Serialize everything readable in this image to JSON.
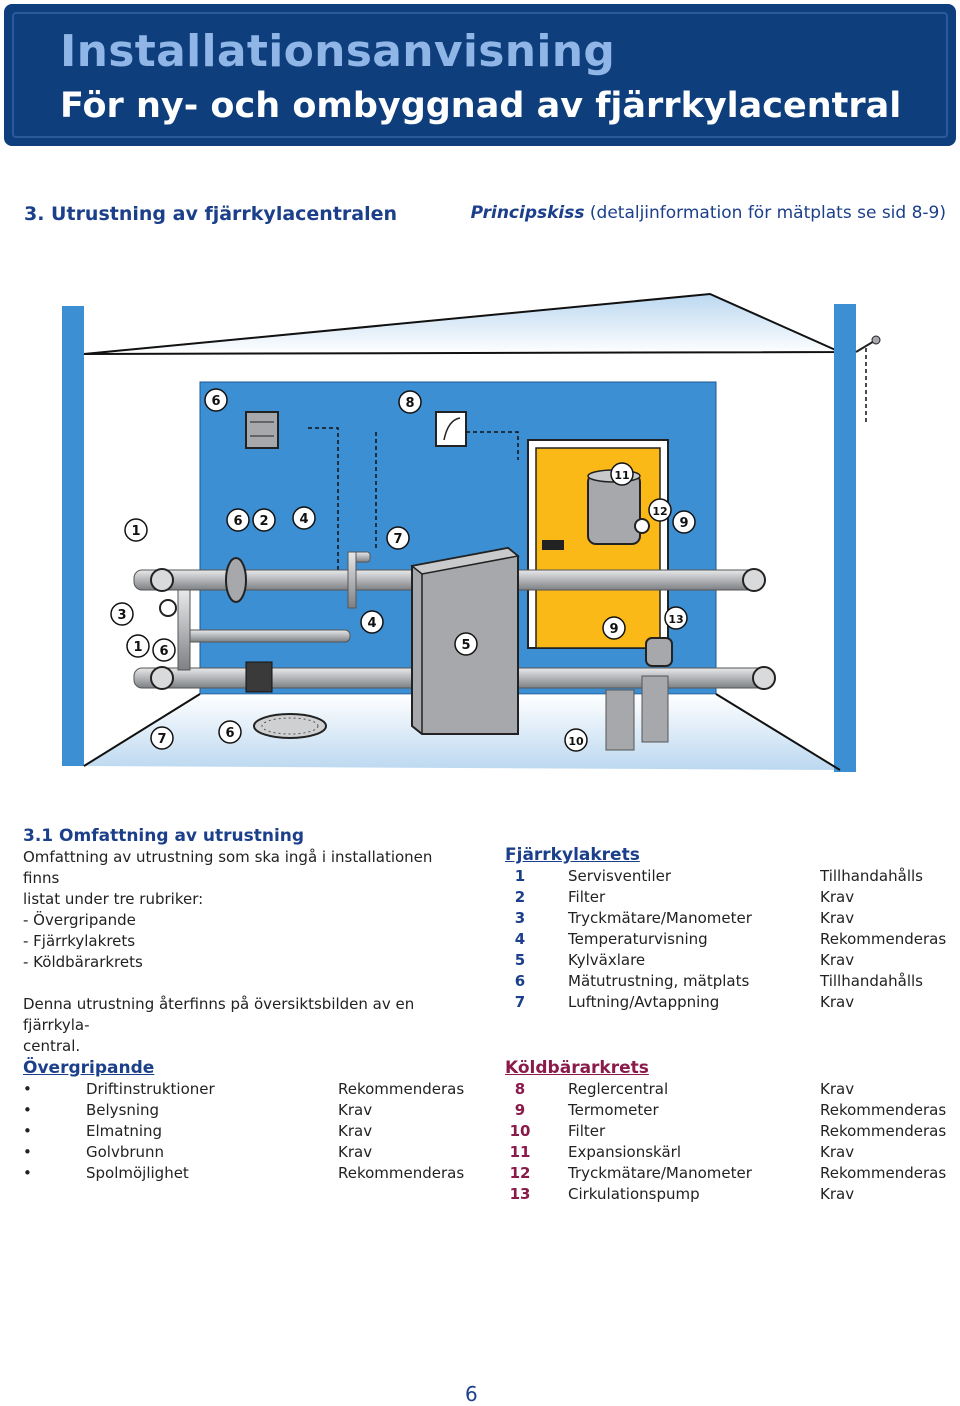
{
  "header": {
    "title": "Installationsanvisning",
    "subtitle": "För ny- och ombyggnad av fjärrkylacentral"
  },
  "section": {
    "heading": "3.  Utrustning av fjärrkylacentralen",
    "sketch_label": "Principskiss",
    "sketch_note": "(detaljinformation för mätplats se sid 8-9)"
  },
  "diagram_markers": [
    "6",
    "8",
    "11",
    "1",
    "6",
    "2",
    "4",
    "7",
    "12",
    "9",
    "3",
    "4",
    "9",
    "13",
    "1",
    "6",
    "5",
    "7",
    "6",
    "10"
  ],
  "colors": {
    "banner": "#0f3e7d",
    "wall_blue": "#3d8fd4",
    "door_yellow": "#fbb917",
    "machine_gray": "#a6a8ab",
    "heading_blue": "#1b3f8a",
    "kb_red": "#8a1a4a"
  },
  "intro": {
    "heading": "3.1 Omfattning av utrustning",
    "lines": [
      "Omfattning av utrustning som ska ingå i installationen finns",
      "listat under tre rubriker:",
      "- Övergripande",
      "- Fjärrkylakrets",
      "- Köldbärarkrets"
    ],
    "closing": [
      "Denna utrustning återfinns på översiktsbilden av en fjärrkyla-",
      "central."
    ]
  },
  "fjarrkylakrets": {
    "title": "Fjärrkylakrets",
    "rows": [
      {
        "num": "1",
        "name": "Servisventiler",
        "req": "Tillhandahålls"
      },
      {
        "num": "2",
        "name": "Filter",
        "req": "Krav"
      },
      {
        "num": "3",
        "name": "Tryckmätare/Manometer",
        "req": "Krav"
      },
      {
        "num": "4",
        "name": "Temperaturvisning",
        "req": "Rekommenderas"
      },
      {
        "num": "5",
        "name": "Kylväxlare",
        "req": "Krav"
      },
      {
        "num": "6",
        "name": "Mätutrustning, mätplats",
        "req": "Tillhandahålls"
      },
      {
        "num": "7",
        "name": "Luftning/Avtappning",
        "req": "Krav"
      }
    ]
  },
  "overgripande": {
    "title": "Övergripande",
    "bullet": "•",
    "rows": [
      {
        "name": "Driftinstruktioner",
        "req": "Rekommenderas"
      },
      {
        "name": "Belysning",
        "req": "Krav"
      },
      {
        "name": "Elmatning",
        "req": "Krav"
      },
      {
        "name": "Golvbrunn",
        "req": "Krav"
      },
      {
        "name": "Spolmöjlighet",
        "req": "Rekommenderas"
      }
    ]
  },
  "koldbararkrets": {
    "title": "Köldbärarkrets",
    "rows": [
      {
        "num": "8",
        "name": "Reglercentral",
        "req": "Krav"
      },
      {
        "num": "9",
        "name": "Termometer",
        "req": "Rekommenderas"
      },
      {
        "num": "10",
        "name": "Filter",
        "req": "Rekommenderas"
      },
      {
        "num": "11",
        "name": "Expansionskärl",
        "req": "Krav"
      },
      {
        "num": "12",
        "name": "Tryckmätare/Manometer",
        "req": "Rekommenderas"
      },
      {
        "num": "13",
        "name": "Cirkulationspump",
        "req": "Krav"
      }
    ]
  },
  "footer": {
    "page_number": "6"
  }
}
